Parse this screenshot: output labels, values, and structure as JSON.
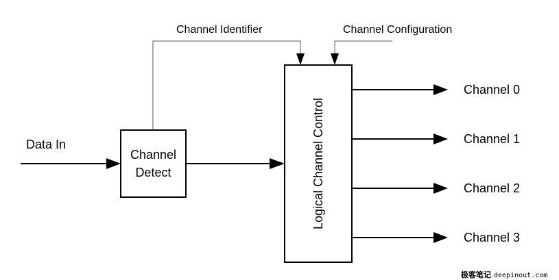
{
  "input": {
    "label": "Data In"
  },
  "detect_block": {
    "line1": "Channel",
    "line2": "Detect"
  },
  "control_block": {
    "label": "Logical Channel Control"
  },
  "signals": {
    "identifier": "Channel Identifier",
    "configuration": "Channel Configuration"
  },
  "outputs": [
    {
      "label": "Channel 0"
    },
    {
      "label": "Channel 1"
    },
    {
      "label": "Channel 2"
    },
    {
      "label": "Channel 3"
    }
  ],
  "watermark": {
    "cn": "极客笔记",
    "site": "deepinout.com"
  }
}
